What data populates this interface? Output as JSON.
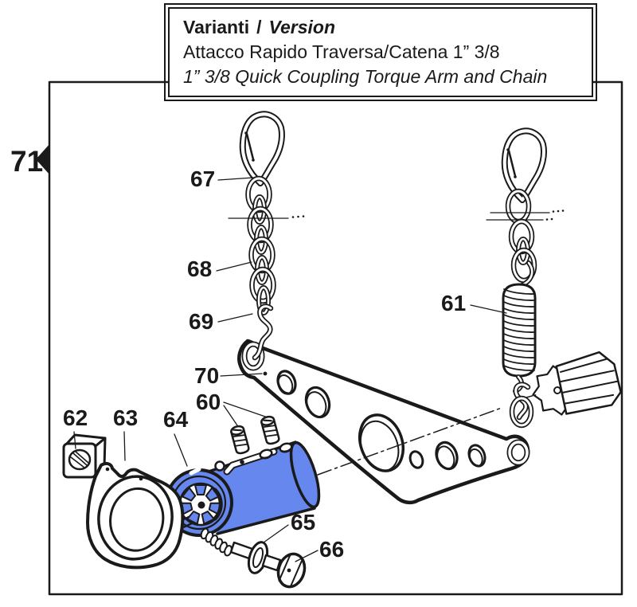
{
  "colors": {
    "ink": "#1a1a1a",
    "highlight": "#6688EE"
  },
  "title": {
    "word_it": "Varianti",
    "slash": "/",
    "word_en": "Version",
    "line_it": "Attacco Rapido Traversa/Catena 1” 3/8",
    "line_en": "1” 3/8 Quick Coupling Torque Arm and Chain"
  },
  "callouts": {
    "c60": "60",
    "c61": "61",
    "c62": "62",
    "c63": "63",
    "c64": "64",
    "c65": "65",
    "c66": "66",
    "c67": "67",
    "c68": "68",
    "c69": "69",
    "c70": "70",
    "c71": "71"
  }
}
